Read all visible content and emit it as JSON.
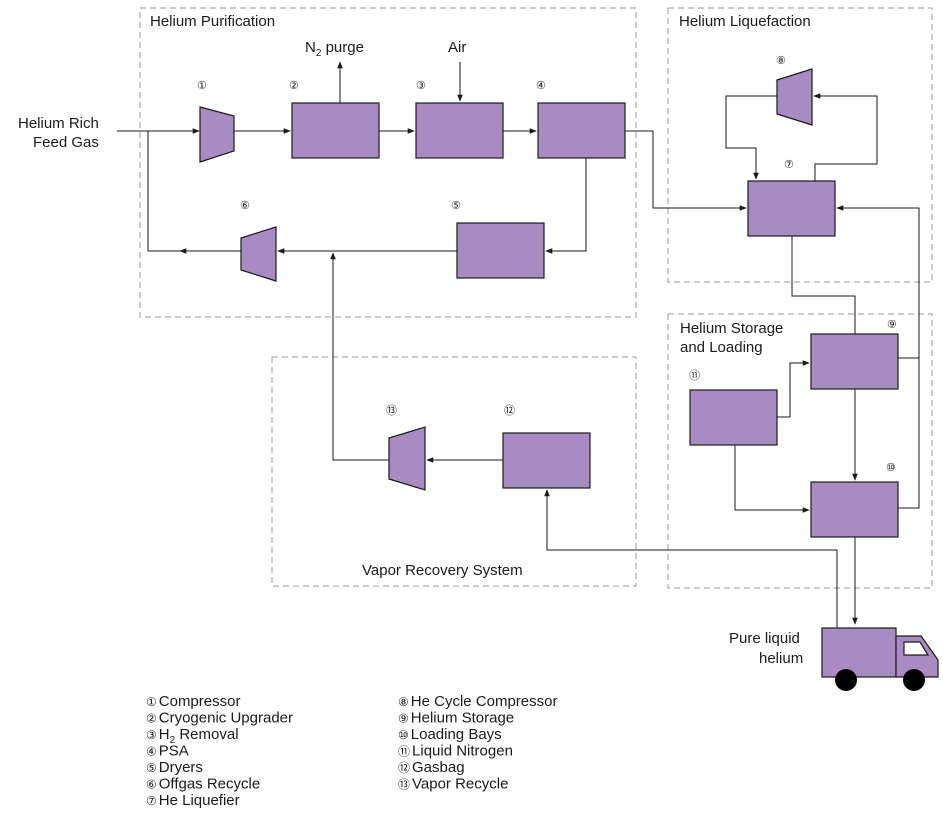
{
  "regions": {
    "purification": "Helium Purification",
    "liquefaction": "Helium Liquefaction",
    "storage_line1": "Helium Storage",
    "storage_line2": "and Loading",
    "vapor": "Vapor Recovery System"
  },
  "labels": {
    "feed_line1": "Helium Rich",
    "feed_line2": "Feed Gas",
    "n2_purge_n": "N",
    "n2_purge_sub": "2",
    "n2_purge_rest": " purge",
    "air": "Air",
    "product_line1": "Pure liquid",
    "product_line2": "helium"
  },
  "markers": {
    "m1": "①",
    "m2": "②",
    "m3": "③",
    "m4": "④",
    "m5": "⑤",
    "m6": "⑥",
    "m7": "⑦",
    "m8": "⑧",
    "m9": "⑨",
    "m10": "⑩",
    "m11": "⑪",
    "m12": "⑫",
    "m13": "⑬"
  },
  "legend": {
    "col1": [
      {
        "num": "①",
        "text": "Compressor"
      },
      {
        "num": "②",
        "text": "Cryogenic Upgrader"
      },
      {
        "num": "③",
        "text": "H",
        "sub": "2",
        "rest": " Removal"
      },
      {
        "num": "④",
        "text": "PSA"
      },
      {
        "num": "⑤",
        "text": "Dryers"
      },
      {
        "num": "⑥",
        "text": "Offgas Recycle"
      },
      {
        "num": "⑦",
        "text": "He Liquefier"
      }
    ],
    "col2": [
      {
        "num": "⑧",
        "text": "He Cycle Compressor"
      },
      {
        "num": "⑨",
        "text": "Helium Storage"
      },
      {
        "num": "⑩",
        "text": "Loading Bays"
      },
      {
        "num": "⑪",
        "text": "Liquid Nitrogen"
      },
      {
        "num": "⑫",
        "text": "Gasbag"
      },
      {
        "num": "⑬",
        "text": "Vapor Recycle"
      }
    ]
  },
  "colors": {
    "unit_fill": "#a98bc4",
    "line": "#1a1a1a",
    "region_border": "#9a9a9a"
  }
}
